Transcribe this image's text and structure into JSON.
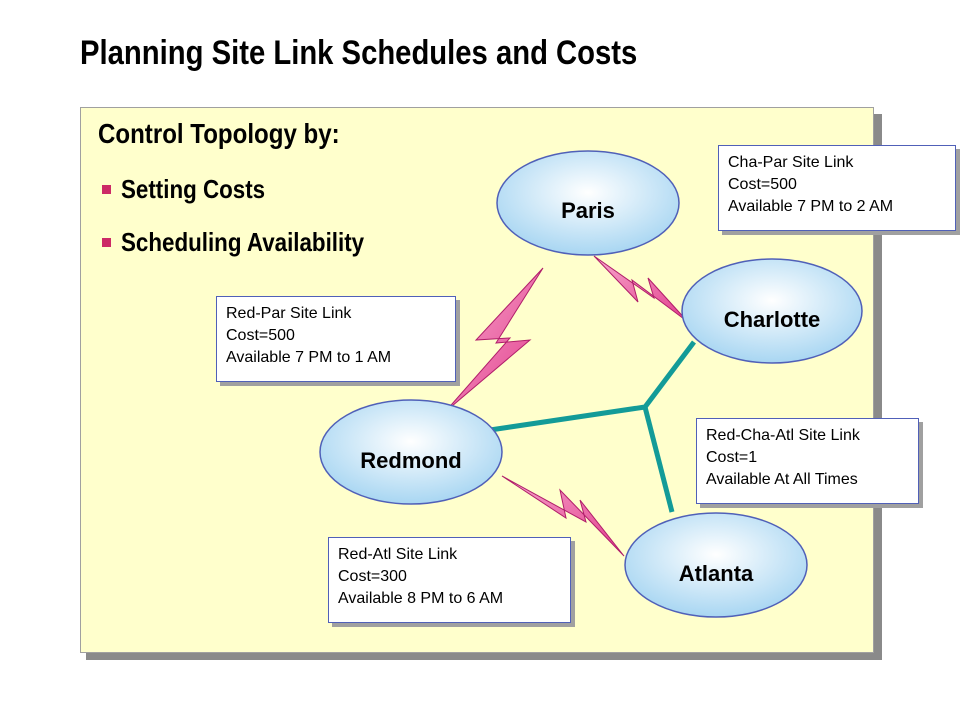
{
  "title": "Planning Site Link Schedules and Costs",
  "panel": {
    "heading": "Control Topology by:",
    "bullets": [
      "Setting Costs",
      "Scheduling Availability"
    ],
    "bullet_color": "#cc2a66",
    "background": "#ffffcc"
  },
  "sites": {
    "paris": "Paris",
    "charlotte": "Charlotte",
    "redmond": "Redmond",
    "atlanta": "Atlanta"
  },
  "links": {
    "cha_par": {
      "name": "Cha-Par Site Link",
      "cost": "Cost=500",
      "availability": "Available 7 PM to 2 AM"
    },
    "red_par": {
      "name": "Red-Par Site Link",
      "cost": "Cost=500",
      "availability": "Available 7 PM to 1 AM"
    },
    "red_cha_atl": {
      "name": "Red-Cha-Atl Site Link",
      "cost": "Cost=1",
      "availability": "Available At All Times"
    },
    "red_atl": {
      "name": "Red-Atl Site Link",
      "cost": "Cost=300",
      "availability": "Available 8 PM to 6 AM"
    }
  },
  "colors": {
    "lightning": "#e23c8c",
    "teal_link": "#139b98",
    "site_fill_center": "#ffffff",
    "site_fill_edge": "#a8d6f2",
    "box_border": "#5060b8"
  }
}
